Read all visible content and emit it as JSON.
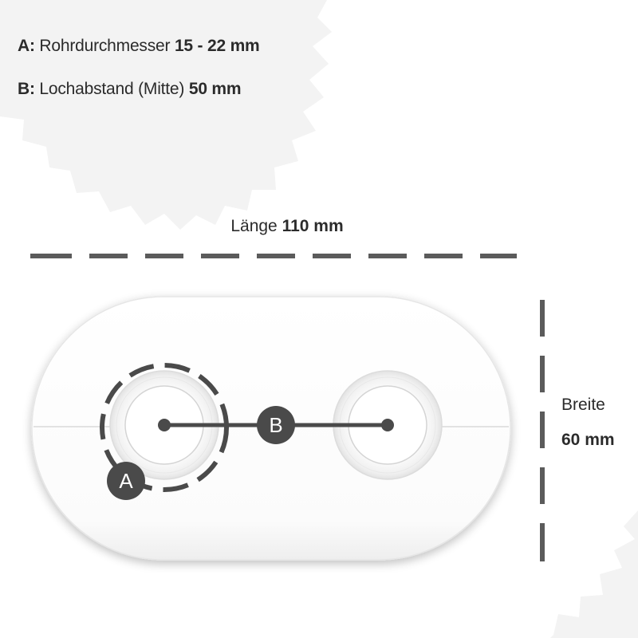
{
  "specs": {
    "a": {
      "key": "A:",
      "label": "Rohrdurchmesser",
      "value": "15 - 22  mm"
    },
    "b": {
      "key": "B:",
      "label": "Lochabstand (Mitte)",
      "value": "50  mm"
    }
  },
  "length": {
    "label": "Länge",
    "value": "110 mm"
  },
  "width": {
    "label": "Breite",
    "value": "60 mm"
  },
  "markers": {
    "a": "A",
    "b": "B"
  },
  "colors": {
    "text": "#2b2b2b",
    "marker": "#4a4a4a",
    "dash": "#5b5b5b",
    "background_burst": "#f2f2f2",
    "plate": "#ffffff"
  }
}
